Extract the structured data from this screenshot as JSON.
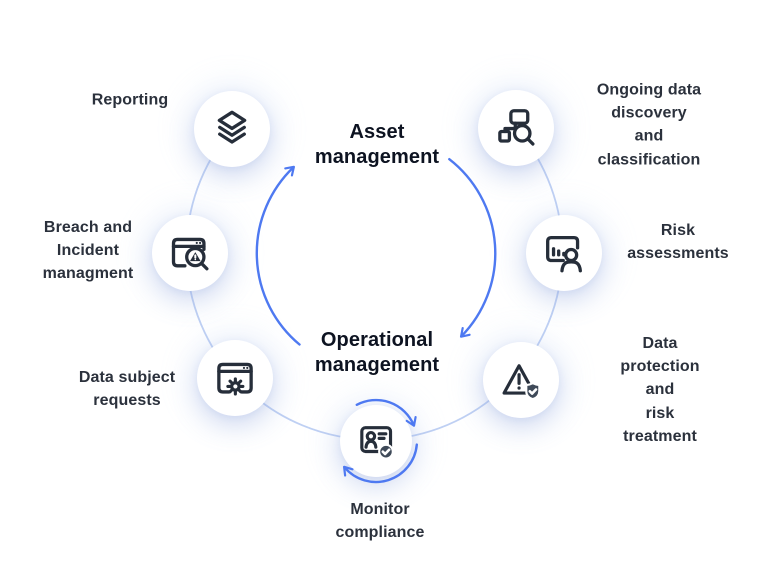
{
  "diagram": {
    "title_top": "Asset\nmanagement",
    "title_bottom": "Operational\nmanagement",
    "nodes": [
      {
        "id": "reporting",
        "label": "Reporting",
        "icon": "layers-icon"
      },
      {
        "id": "ongoing-data-discovery",
        "label": "Ongoing data\ndiscovery\nand classification",
        "icon": "sitemap-search-icon"
      },
      {
        "id": "risk-assessments",
        "label": "Risk\nassessments",
        "icon": "presentation-chart-user-icon"
      },
      {
        "id": "data-protection",
        "label": "Data protection and\nrisk treatment",
        "icon": "warning-shield-check-icon"
      },
      {
        "id": "monitor-compliance",
        "label": "Monitor\ncompliance",
        "icon": "id-card-check-icon"
      },
      {
        "id": "data-subject-requests",
        "label": "Data subject\nrequests",
        "icon": "browser-gear-icon"
      },
      {
        "id": "breach-incident",
        "label": "Breach and\nIncident\nmanagment",
        "icon": "browser-alert-search-icon"
      }
    ],
    "colors": {
      "arrow_blue": "#4e79f1",
      "ring_light_blue": "#bfd0f3",
      "icon_stroke": "#262e3a",
      "badge_fill": "#3f4a59",
      "label_text": "#2b313c",
      "center_text": "#0d1321",
      "background": "#ffffff"
    }
  }
}
